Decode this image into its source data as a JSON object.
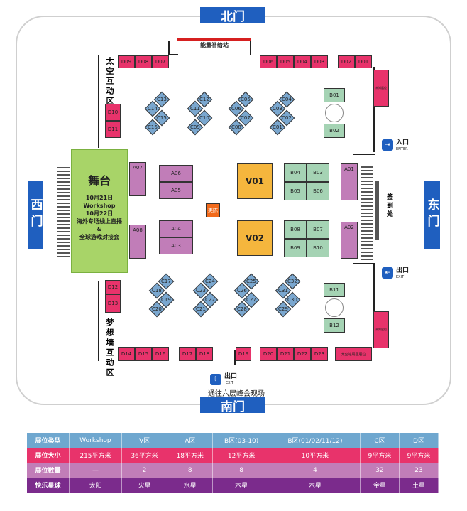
{
  "gates": {
    "north": "北门",
    "south": "南门",
    "west": "西门",
    "east": "东门"
  },
  "supply_station": "能量补给站",
  "space_zone": "太空互动区",
  "dream_zone": "梦想墙互动区",
  "stage": {
    "title": "舞台",
    "lines": [
      "10月21日",
      "Workshop",
      "10月22日",
      "海外专场线上直播",
      "&",
      "全球游戏对接会"
    ]
  },
  "art": "美陈",
  "checkin": "签到处",
  "entry": {
    "label": "入口",
    "sub": "ENTER"
  },
  "exit_east": {
    "label": "出口",
    "sub": "EXIT"
  },
  "exit_south": {
    "label": "出口",
    "sub": "EXIT"
  },
  "to_summit": "通往六层峰会现场",
  "right_booths": [
    "未知展位",
    "未知展位",
    "太空站展区展位"
  ],
  "booths": {
    "d_top_left": [
      "D09",
      "D08",
      "D07"
    ],
    "d_top_right": [
      "D06",
      "D05",
      "D04",
      "D03",
      "D02",
      "D01"
    ],
    "d_left": [
      "D10",
      "D11",
      "D12",
      "D13"
    ],
    "d_bottom": [
      "D14",
      "D15",
      "D16",
      "D17",
      "D18",
      "D19",
      "D20",
      "D21",
      "D22",
      "D23"
    ],
    "a": [
      "A07",
      "A08",
      "A06",
      "A05",
      "A04",
      "A03",
      "A01",
      "A02"
    ],
    "b": [
      "B01",
      "B02",
      "B04",
      "B03",
      "B05",
      "B06",
      "B08",
      "B07",
      "B09",
      "B10",
      "B11",
      "B12"
    ],
    "v": [
      "V01",
      "V02"
    ],
    "c": [
      "C13",
      "C14",
      "C15",
      "C16",
      "C12",
      "C11",
      "C10",
      "C09",
      "C05",
      "C06",
      "C07",
      "C08",
      "C04",
      "C03",
      "C02",
      "C01",
      "C17",
      "C18",
      "C19",
      "C20",
      "C24",
      "C23",
      "C22",
      "C21",
      "C25",
      "C26",
      "C27",
      "C28",
      "C32",
      "C31",
      "C30",
      "C29"
    ]
  },
  "legend": {
    "headers": [
      "展位类型",
      "Workshop",
      "V区",
      "A区",
      "B区(03-10)",
      "B区(01/02/11/12)",
      "C区",
      "D区"
    ],
    "rows": [
      [
        "展位大小",
        "215平方米",
        "36平方米",
        "18平方米",
        "12平方米",
        "10平方米",
        "9平方米",
        "9平方米"
      ],
      [
        "展位数量",
        "—",
        "2",
        "8",
        "8",
        "4",
        "32",
        "23"
      ],
      [
        "快乐星球",
        "太阳",
        "火星",
        "水星",
        "木星",
        "木星",
        "金星",
        "土星"
      ]
    ]
  },
  "colors": {
    "gate": "#1f5fbf",
    "d": "#e8336b",
    "a": "#c17db8",
    "b": "#a5d3b4",
    "v": "#f5b63d",
    "c": "#7aa7cf",
    "stage": "#a8d468"
  }
}
